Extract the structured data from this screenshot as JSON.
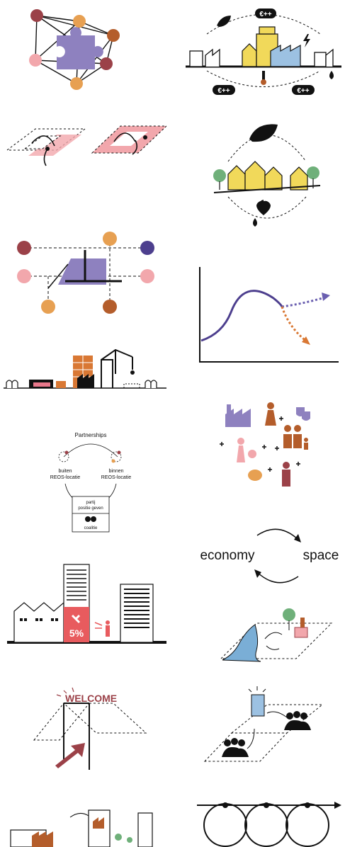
{
  "colors": {
    "purple": "#8e81bf",
    "pink": "#f2a7ac",
    "salmon": "#e8788b",
    "orange": "#e7a052",
    "rust": "#b45d2b",
    "maroon": "#9b4148",
    "navy": "#4d3f8e",
    "yellow": "#f1d95a",
    "blue": "#9cc1e2",
    "green": "#6fb07a",
    "water": "#7aaed6",
    "red": "#e85b5e",
    "ink": "#111111"
  },
  "icons": {
    "energy_badge": "E++ badge",
    "leaf": "leaf-icon",
    "bolt": "lightning-icon",
    "drop": "water-drop-icon",
    "thermometer": "thermometer-icon",
    "heart": "heart-icon"
  },
  "badges": {
    "energy": "€++"
  },
  "partnerships": {
    "title": "Partnerships",
    "left": "buiten\nREOS-locatie",
    "right": "binnen\nREOS-locatie",
    "box_top": "partij\npositie geven",
    "box_bottom": "coalitie"
  },
  "economy_space": {
    "left": "economy",
    "right": "space"
  },
  "tower_sign": "5%",
  "welcome": "WELCOME"
}
